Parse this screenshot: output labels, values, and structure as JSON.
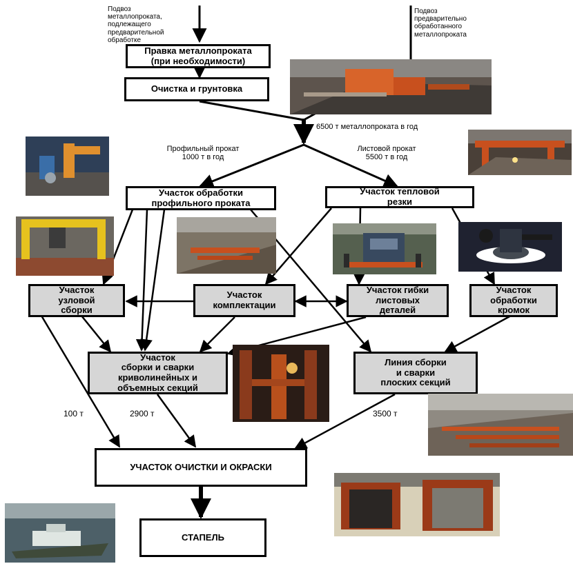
{
  "inputs": {
    "unprocessed": "Подвоз\nметаллопроката,\nподлежащего\nпредварительной\nобработке",
    "preprocessed": "Подвоз\nпредварительно\nобработанного\nметаллопроката"
  },
  "nodes": {
    "straightening": "Правка металлопроката\n(при необходимости)",
    "cleaning_priming": "Очистка и грунтовка",
    "profile_processing": "Участок  обработки\nпрофильного проката",
    "thermal_cutting": "Участок тепловой\nрезки",
    "node_assembly": "Участок\nузловой\nсборки",
    "kitting": "Участок\nкомплектации",
    "sheet_bending": "Участок гибки\nлистовых\nдеталей",
    "edge_processing": "Участок\nобработки\nкромок",
    "curved_sections": "Участок\nсборки  и сварки\nкриволинейных и\nобъемных  секций",
    "flat_sections_line": "Линия  сборки\nи сварки\nплоских секций",
    "cleaning_painting": "УЧАСТОК ОЧИСТКИ И ОКРАСКИ",
    "slipway": "СТАПЕЛЬ"
  },
  "flows": {
    "total": "6500 т  металлопроката в год",
    "profile": "Профильный прокат\n1000 т в год",
    "sheet": "Листовой прокат\n5500 т в год",
    "t100": "100 т",
    "t2900": "2900 т",
    "t3500": "3500 т"
  },
  "colors": {
    "line": "#000000",
    "gray_box": "#d6d6d6",
    "steel_orange": "#c8501e",
    "shop_floor": "#6e6358"
  }
}
